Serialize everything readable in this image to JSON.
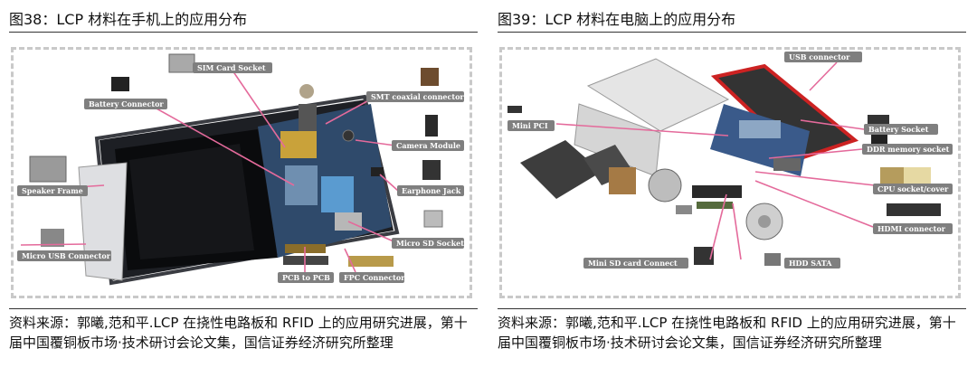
{
  "figures": [
    {
      "title": "图38：LCP 材料在手机上的应用分布",
      "labels": {
        "sim": "SIM Card Socket",
        "battery": "Battery Connector",
        "smt": "SMT coaxial connector",
        "camera": "Camera Module",
        "speaker": "Speaker Frame",
        "earphone": "Earphone Jack",
        "usb": "Micro USB Connector",
        "sd": "Micro SD Socket",
        "pcb": "PCB to PCB",
        "fpc": "FPC Connector"
      },
      "source": "资料来源：郭曦,范和平.LCP 在挠性电路板和 RFID 上的应用研究进展，第十届中国覆铜板市场·技术研讨会论文集，国信证券经济研究所整理"
    },
    {
      "title": "图39：LCP 材料在电脑上的应用分布",
      "labels": {
        "usb": "USB connector",
        "minipci": "Mini PCI",
        "battery": "Battery Socket",
        "ddr": "DDR memory socket",
        "cpu": "CPU socket/cover",
        "hdmi": "HDMI connector",
        "minisd": "Mini SD card Connect",
        "hdd": "HDD SATA"
      },
      "source": "资料来源：郭曦,范和平.LCP 在挠性电路板和 RFID 上的应用研究进展，第十届中国覆铜板市场·技术研讨会论文集，国信证券经济研究所整理"
    }
  ]
}
